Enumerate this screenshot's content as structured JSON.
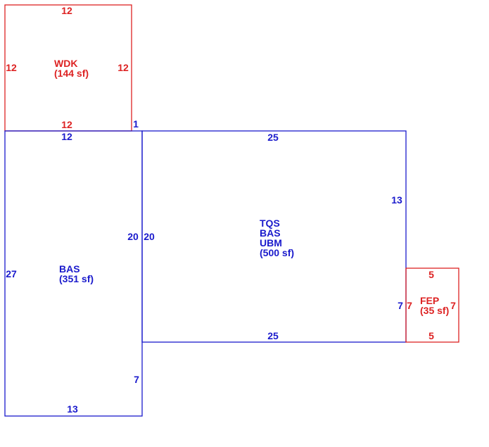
{
  "colors": {
    "existing": "#1a1acc",
    "addition": "#dd2222",
    "background": "#ffffff"
  },
  "areas": {
    "wdk": {
      "code": "WDK",
      "area": "(144 sf)",
      "dims": {
        "top": "12",
        "left": "12",
        "right": "12",
        "bottom": "12"
      }
    },
    "bas_left": {
      "code": "BAS",
      "area": "(351 sf)",
      "dims": {
        "top": "12",
        "left": "27",
        "right": "20",
        "step": "1",
        "lower_right": "7",
        "bottom": "13"
      }
    },
    "main": {
      "codes": [
        "TQS",
        "BAS",
        "UBM"
      ],
      "area": "(500 sf)",
      "dims": {
        "top": "25",
        "right": "13",
        "left": "20",
        "lower_right": "7",
        "bottom": "25"
      }
    },
    "fep": {
      "code": "FEP",
      "area": "(35 sf)",
      "dims": {
        "top": "5",
        "left": "7",
        "right": "7",
        "bottom": "5"
      }
    }
  }
}
